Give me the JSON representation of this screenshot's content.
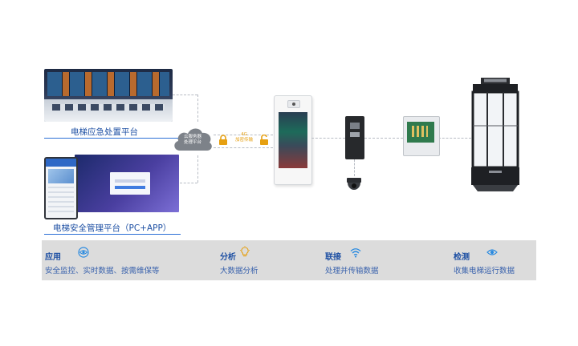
{
  "platforms": {
    "emergency_label": "电梯应急处置平台",
    "management_label": "电梯安全管理平台（PC+APP）"
  },
  "cloud": {
    "line1": "云服务器",
    "line2": "处理平台"
  },
  "network": {
    "line1": "4G",
    "line2": "加密传输"
  },
  "features": [
    {
      "title": "应用",
      "desc": "安全监控、实时数据、按需维保等",
      "icon": "eye-icon"
    },
    {
      "title": "分析",
      "desc": "大数据分析",
      "icon": "lightbulb-icon"
    },
    {
      "title": "联接",
      "desc": "处理并传输数据",
      "icon": "wifi-icon"
    },
    {
      "title": "检测",
      "desc": "收集电梯运行数据",
      "icon": "eye-icon"
    }
  ],
  "colors": {
    "primary_blue": "#1d4fa3",
    "icon_blue": "#2b8be0",
    "lock_gold": "#e6a012",
    "band_gray": "#dcdcdc"
  }
}
